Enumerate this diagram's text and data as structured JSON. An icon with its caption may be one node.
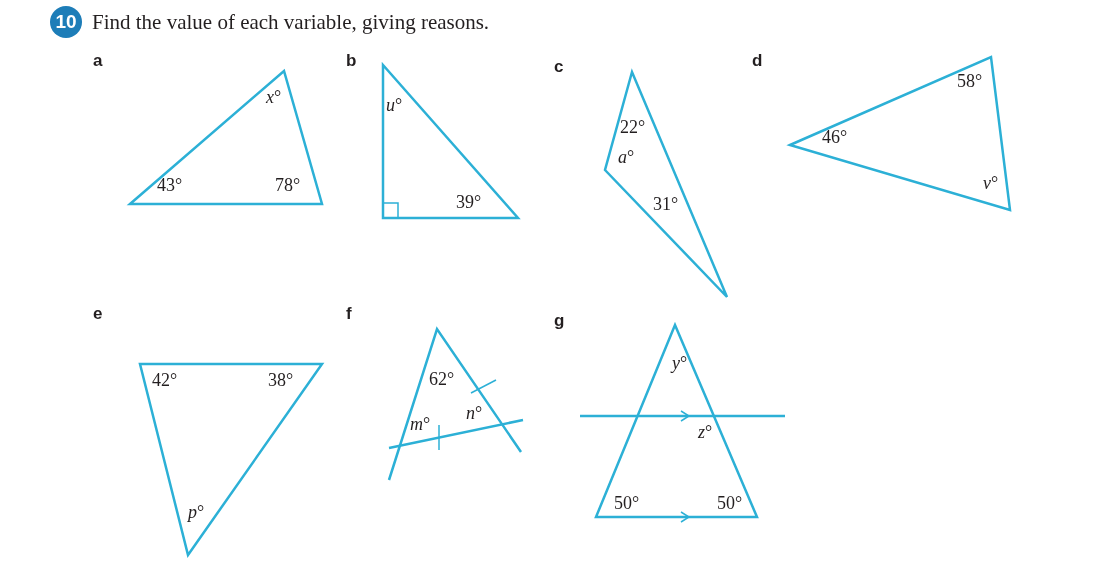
{
  "diagram": {
    "title": "Find the value of each variable, giving reasons.",
    "labels": [
      "10",
      "a",
      "*x*°",
      "43°",
      "78°",
      "b",
      "*u*°",
      "39°",
      "c",
      "22°",
      "*a*°",
      "31°",
      "d",
      "58°",
      "46°",
      "*v*°",
      "e",
      "42°",
      "38°",
      "*p*°",
      "f",
      "62°",
      "*m*°",
      "*n*°",
      "g",
      "*y*°",
      "*z*°",
      "50°",
      "50°"
    ]
  }
}
